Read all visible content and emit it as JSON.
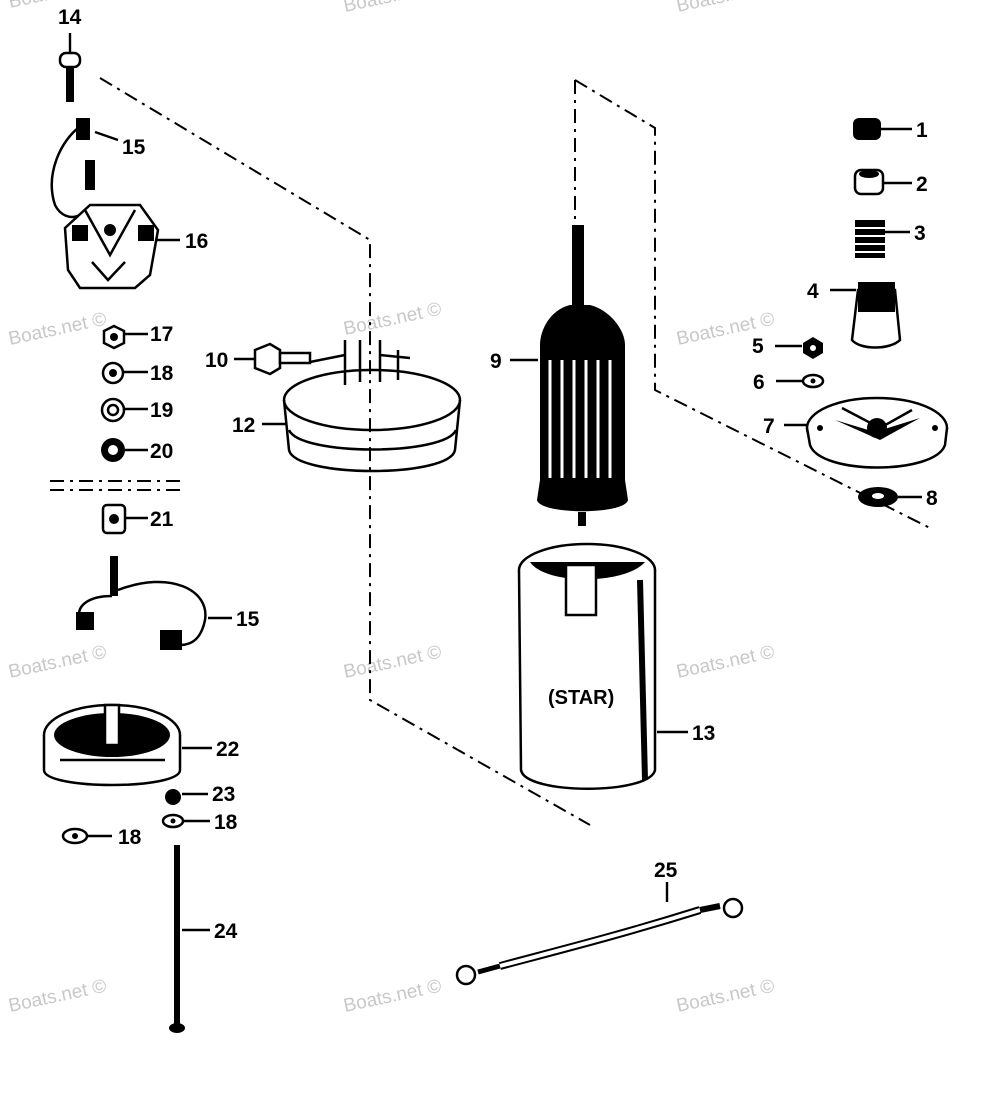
{
  "watermark": "Boats.net ©",
  "part_numbers": {
    "p1": "1",
    "p2": "2",
    "p3": "3",
    "p4": "4",
    "p5": "5",
    "p6": "6",
    "p7": "7",
    "p8": "8",
    "p9": "9",
    "p10": "10",
    "p12": "12",
    "p13": "13",
    "p14": "14",
    "p15": "15",
    "p16": "16",
    "p17": "17",
    "p18": "18",
    "p19": "19",
    "p20": "20",
    "p21": "21",
    "p22": "22",
    "p23": "23",
    "p24": "24",
    "p25": "25"
  },
  "frame_label": "(STAR)"
}
